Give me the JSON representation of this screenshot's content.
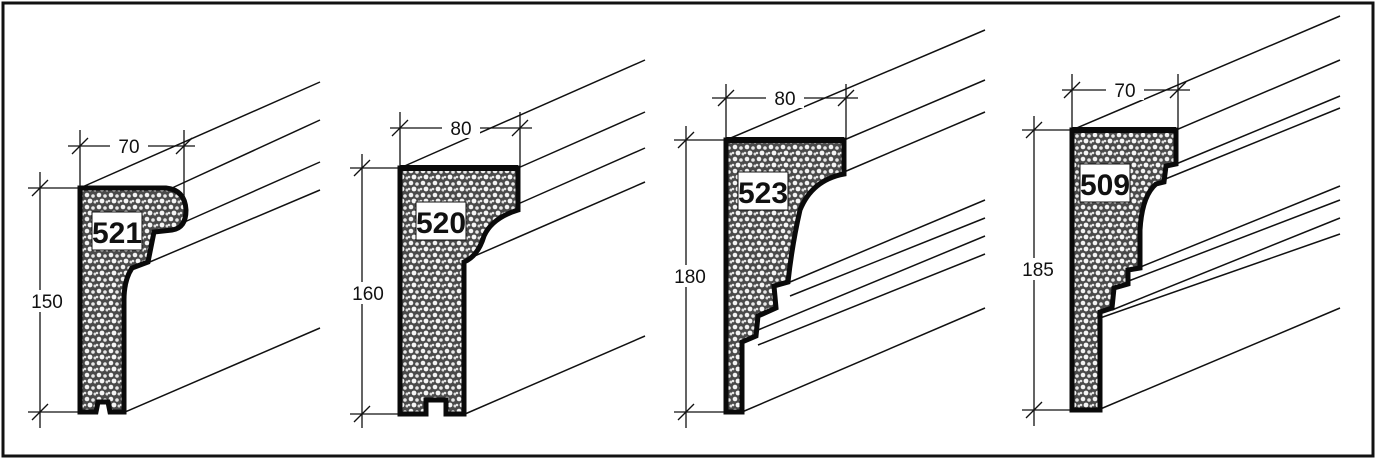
{
  "profiles": [
    {
      "code": "521",
      "width": "70",
      "height": "150"
    },
    {
      "code": "520",
      "width": "80",
      "height": "160"
    },
    {
      "code": "523",
      "width": "80",
      "height": "180"
    },
    {
      "code": "509",
      "width": "70",
      "height": "185"
    }
  ]
}
